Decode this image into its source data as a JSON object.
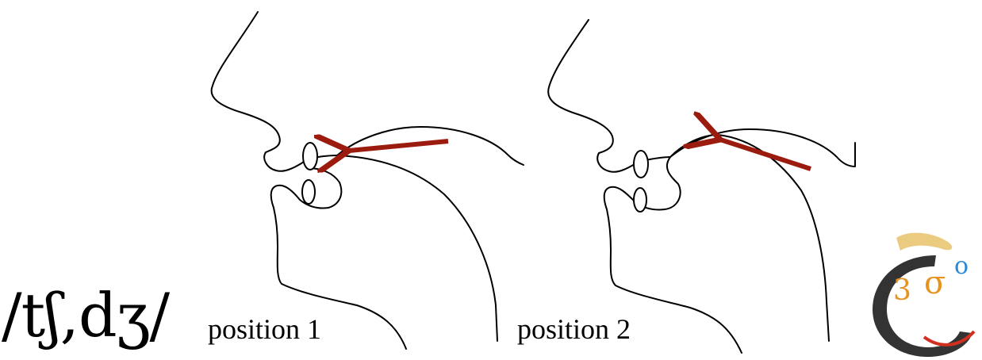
{
  "phoneme_label": "/tʃ,dʒ/",
  "positions": [
    {
      "label": "position 1"
    },
    {
      "label": "position 2"
    }
  ],
  "colors": {
    "arrow": "#9b1c0e",
    "outline": "#000000",
    "logo_dark": "#333333",
    "logo_orange": "#e69320",
    "logo_blue": "#2a8ad8",
    "logo_red": "#d03020",
    "logo_gold": "#e8c26a"
  },
  "logo": {
    "glyphs": [
      "3",
      "σ",
      "o"
    ]
  }
}
